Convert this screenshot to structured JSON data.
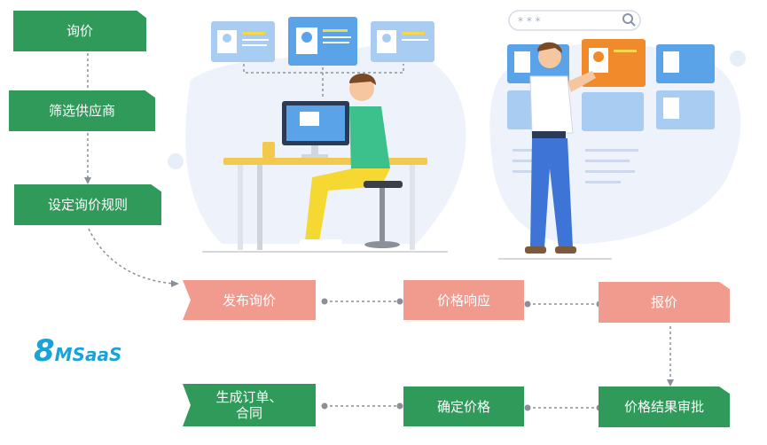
{
  "steps_left": [
    "询价",
    "筛选供应商",
    "设定询价规则"
  ],
  "row_top": [
    "发布询价",
    "价格响应",
    "报价"
  ],
  "row_bottom": [
    "生成订单、\n合同",
    "确定价格",
    "价格结果审批"
  ],
  "logo": {
    "number": "8",
    "text": "MSaaS"
  },
  "search_placeholder": "***",
  "colors": {
    "green": "#2f9a5a",
    "pink": "#f19a8e",
    "blue": "#5aa3e8",
    "orange": "#f08a2a",
    "brand": "#1aa3d9"
  }
}
